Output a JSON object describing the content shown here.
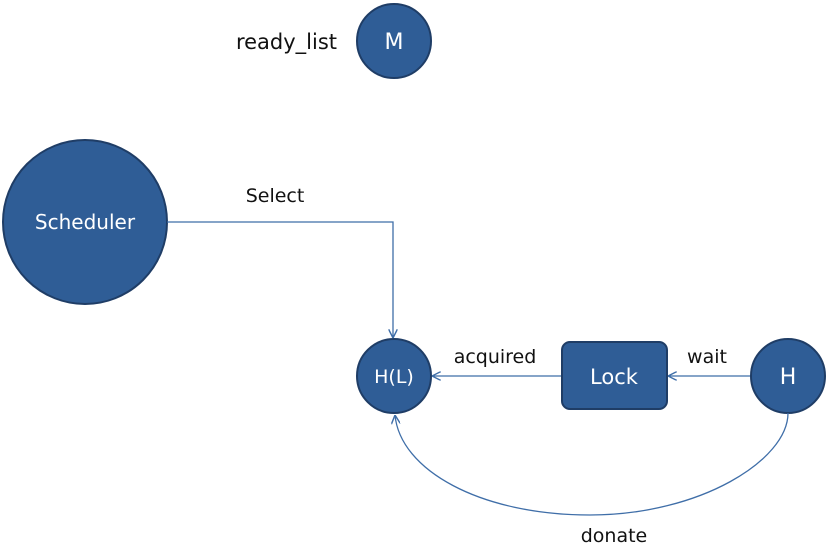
{
  "ready_list": {
    "label": "ready_list",
    "node": "M"
  },
  "nodes": {
    "scheduler": "Scheduler",
    "holder": "H(L)",
    "lock": "Lock",
    "waiter": "H"
  },
  "edges": {
    "select": "Select",
    "acquired": "acquired",
    "wait": "wait",
    "donate": "donate"
  },
  "colors": {
    "node_fill": "#2f5d96",
    "node_stroke": "#1f3d66",
    "edge": "#3f6ea8",
    "node_text": "#ffffff",
    "label_text": "#111111"
  }
}
